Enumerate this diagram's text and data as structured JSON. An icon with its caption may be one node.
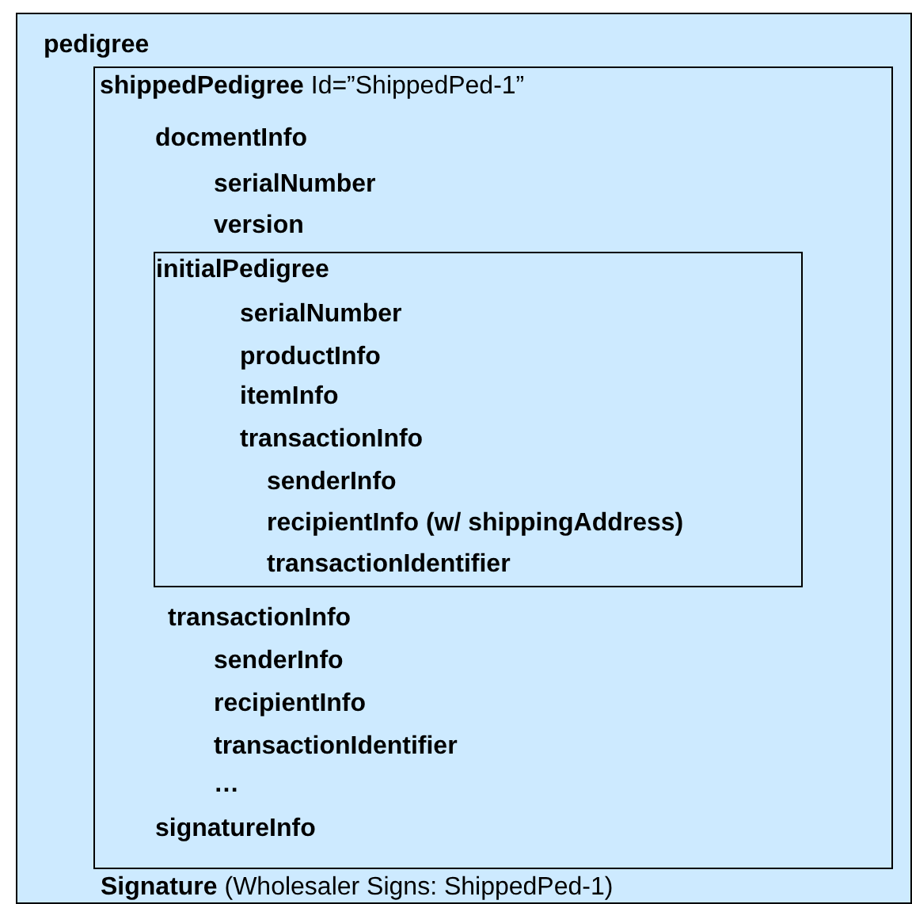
{
  "diagram": {
    "nodes": [
      {
        "text": [
          "pedigree",
          "**Signature** (Wholesaler Signs: ShippedPed-1)"
        ]
      },
      {
        "text": [
          "**shippedPedigree** Id=”ShippedPed-1”",
          "docmentInfo",
          "serialNumber",
          "version",
          "transactionInfo",
          "senderInfo",
          "recipientInfo",
          "transactionIdentifier",
          "…",
          "signatureInfo"
        ],
        "in": 0
      },
      {
        "text": [
          "initialPedigree",
          "serialNumber",
          "productInfo",
          "itemInfo",
          "transactionInfo",
          "senderInfo",
          "recipientInfo (w/ shippingAddress)",
          "transactionIdentifier"
        ],
        "in": 1
      }
    ]
  }
}
